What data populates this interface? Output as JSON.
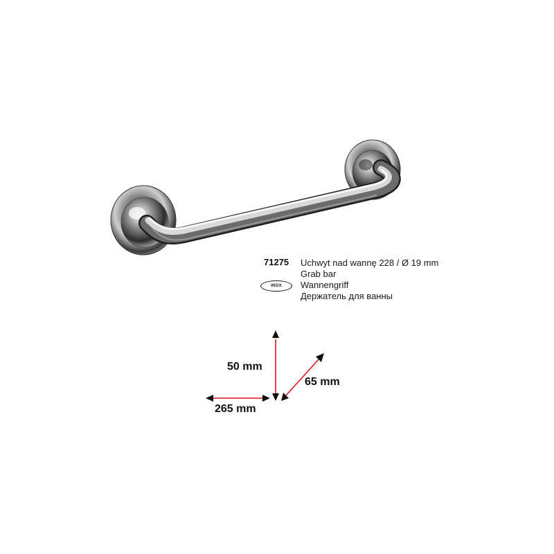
{
  "product": {
    "code": "71275",
    "descriptions": [
      "Uchwyt nad wannę 228 / Ø 19 mm",
      "Grab bar",
      "Wannengriff",
      "Держатель для ванны"
    ],
    "material_badge": "INOX"
  },
  "dimensions": {
    "height": "50 mm",
    "depth": "65 mm",
    "width": "265 mm"
  },
  "colors": {
    "dimension_line": "#d9161e",
    "arrowhead": "#111111",
    "chrome_dark": "#2a2a2a",
    "chrome_light": "#f2f2f2"
  }
}
